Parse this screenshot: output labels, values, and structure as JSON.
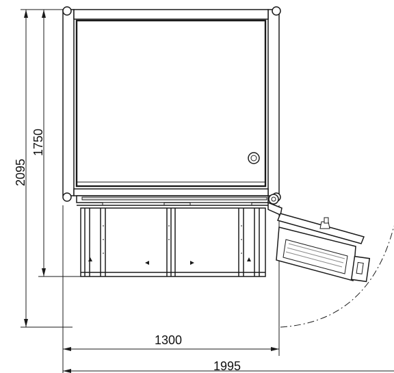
{
  "dimensions": {
    "total_height": "2095",
    "body_height": "1750",
    "width": "1300",
    "total_width": "1995"
  }
}
